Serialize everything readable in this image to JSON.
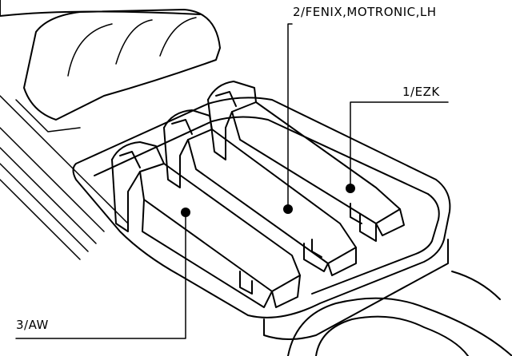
{
  "labels": {
    "module_2": "2/FENIX,MOTRONIC,LH",
    "module_1": "1/EZK",
    "module_3": "3/AW"
  },
  "colors": {
    "ink": "#000000",
    "paper": "#ffffff"
  }
}
